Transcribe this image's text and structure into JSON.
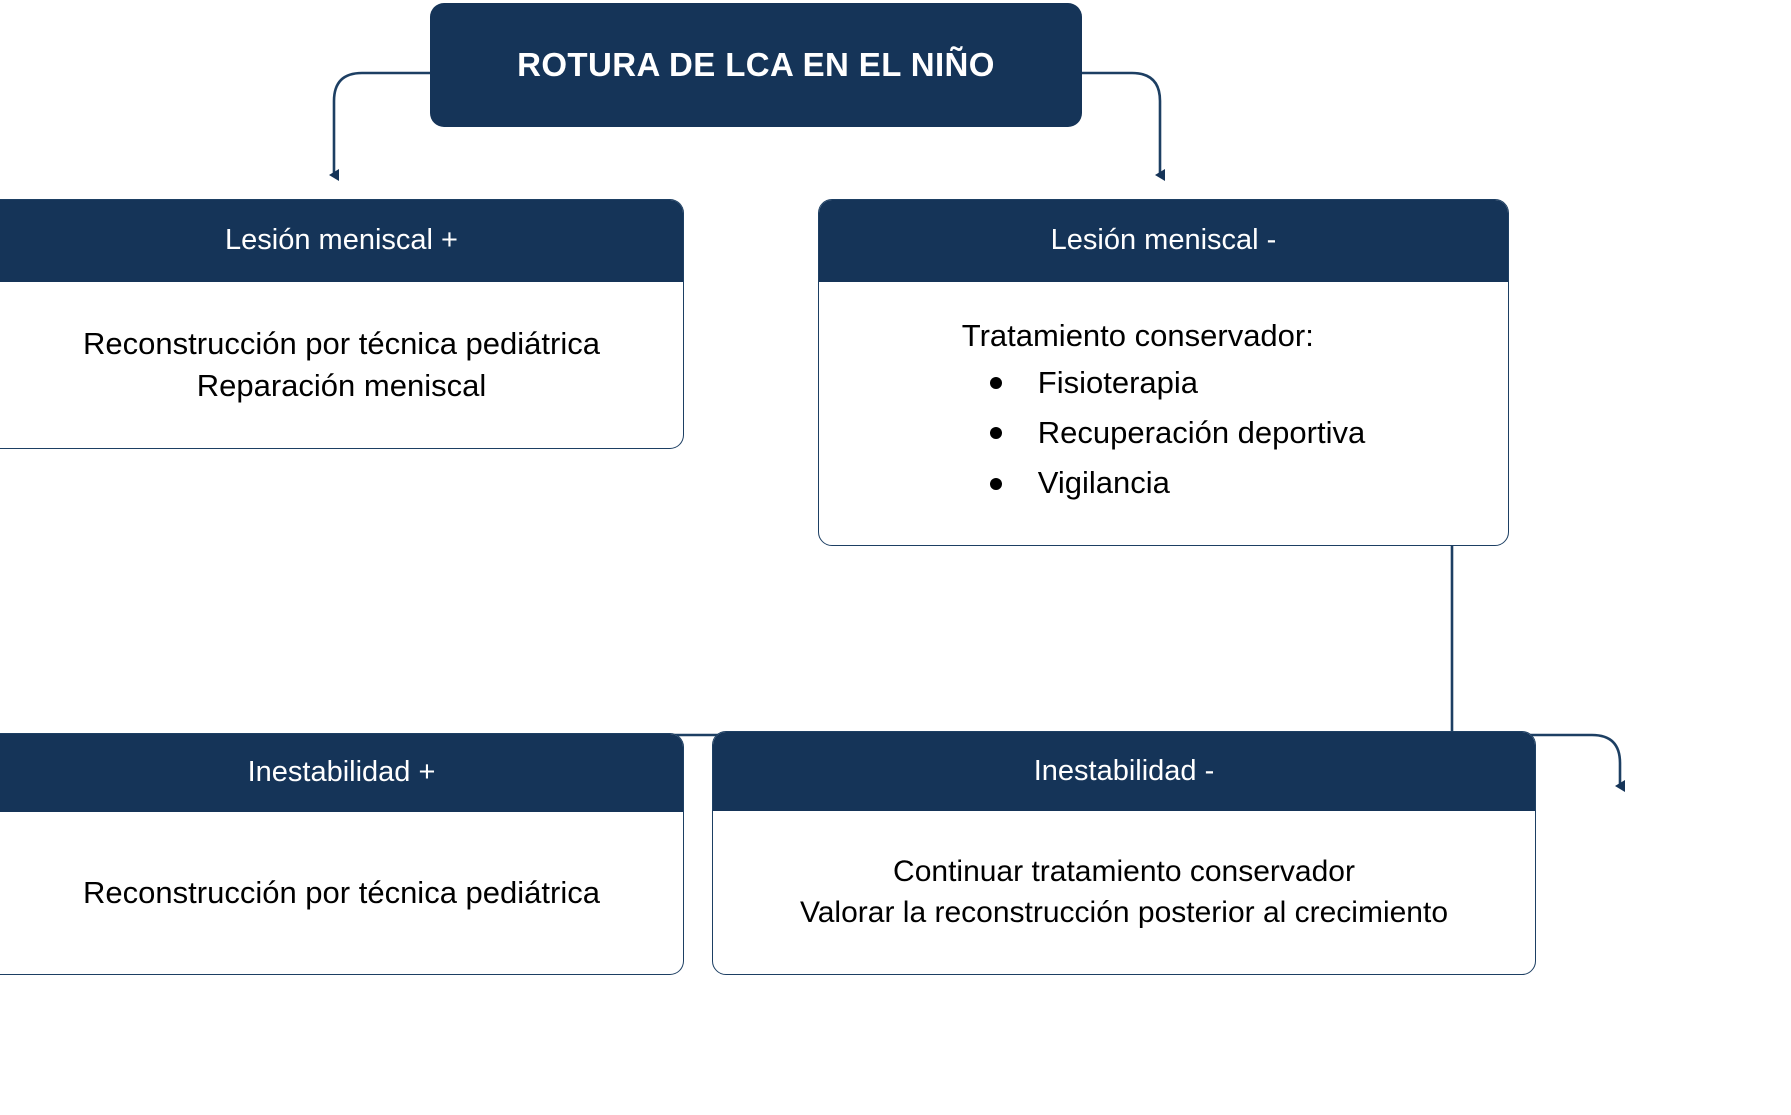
{
  "diagram": {
    "title": "ROTURA DE LCA EN EL NIÑO",
    "colors": {
      "navy": "#153458",
      "outline": "#1d3f63",
      "text_light": "#ffffff",
      "text_dark": "#000000",
      "background": "#ffffff"
    },
    "root": {
      "label": "ROTURA DE LCA EN EL NIÑO"
    },
    "branch_left": {
      "header": "Lesión meniscal +",
      "body_lines": [
        "Reconstrucción por técnica pediátrica",
        "Reparación meniscal"
      ]
    },
    "branch_right": {
      "header": "Lesión meniscal -",
      "body_title": "Tratamiento conservador:",
      "bullets": [
        "Fisioterapia",
        "Recuperación deportiva",
        "Vigilancia"
      ]
    },
    "outcome_left": {
      "header": "Inestabilidad +",
      "body_lines": [
        "Reconstrucción por técnica pediátrica"
      ]
    },
    "outcome_right": {
      "header": "Inestabilidad -",
      "body_lines": [
        "Continuar tratamiento conservador",
        "Valorar la reconstrucción posterior al crecimiento"
      ]
    }
  }
}
